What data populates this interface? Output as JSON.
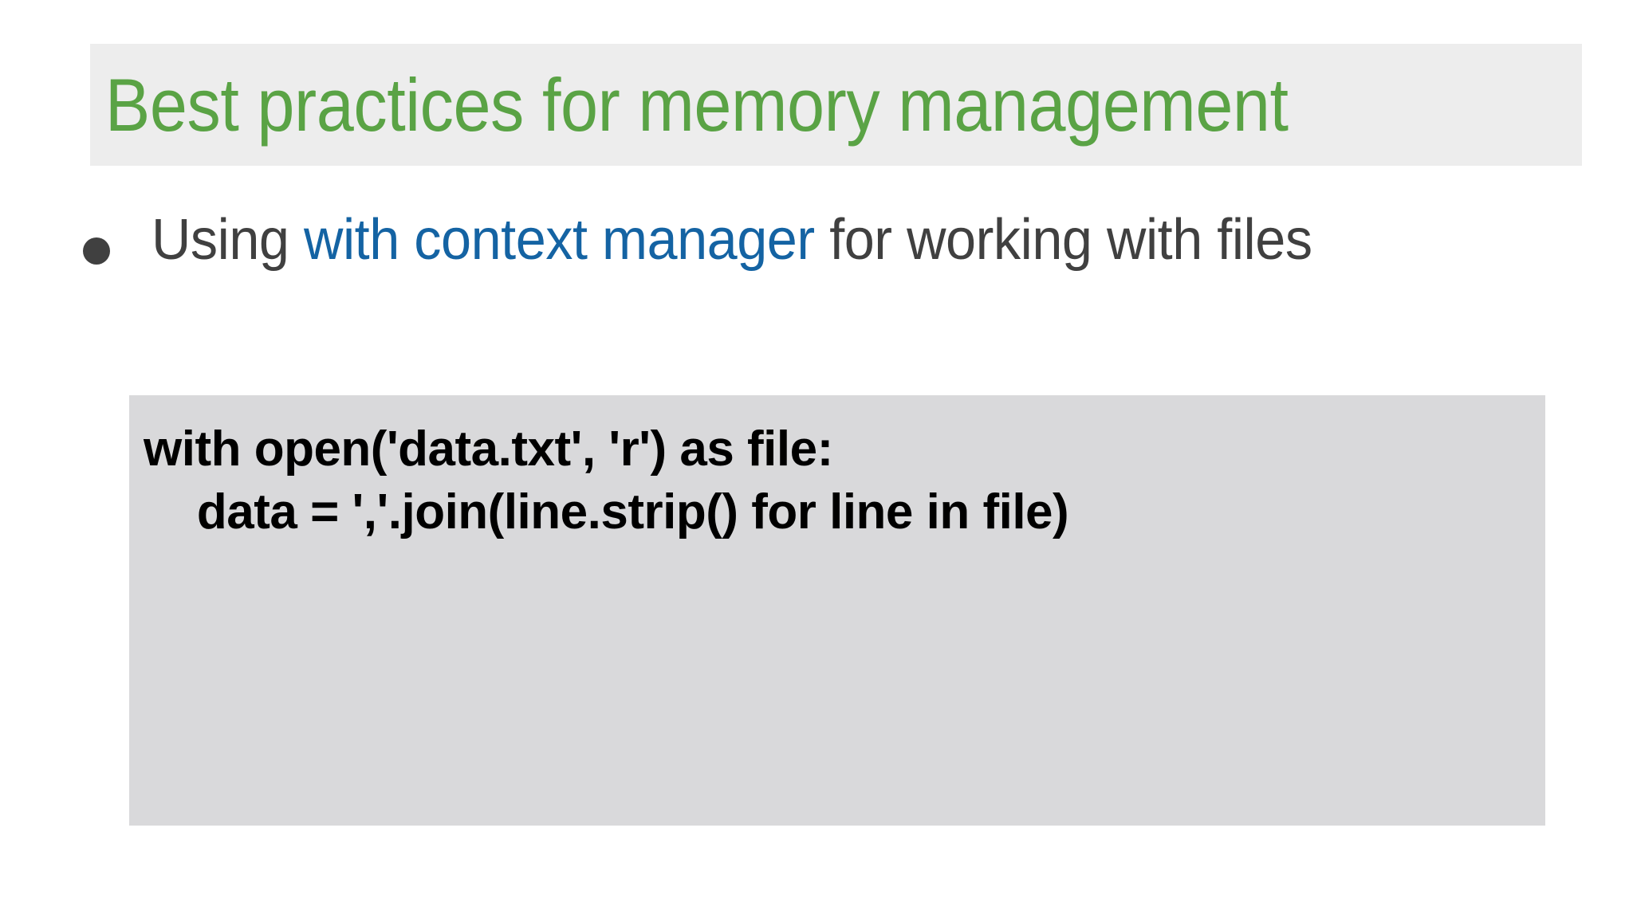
{
  "slide": {
    "background_color": "#ffffff",
    "title": {
      "text": "Best practices for memory management",
      "color": "#5aa345",
      "band_color": "#ededed"
    },
    "bullets": [
      {
        "marker": "bullet-dot",
        "marker_color": "#404040",
        "segments": [
          {
            "text": "Using ",
            "style": "normal",
            "color": "#404040"
          },
          {
            "text": "with context manager",
            "style": "keyword",
            "color": "#1463a3"
          },
          {
            "text": " for working with files",
            "style": "normal",
            "color": "#404040"
          }
        ],
        "plain_text": "Using with context manager for working with files"
      }
    ],
    "code_block": {
      "background_color": "#d9d9db",
      "text_color": "#000000",
      "language": "python",
      "lines": [
        "with open('data.txt', 'r') as file:",
        "    data = ','.join(line.strip() for line in file)"
      ]
    }
  }
}
